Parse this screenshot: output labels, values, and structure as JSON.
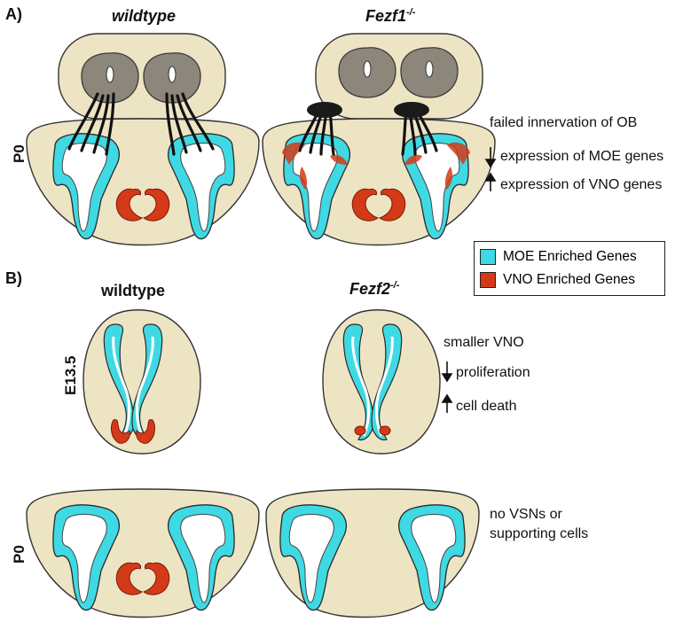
{
  "panels": {
    "a": {
      "label": "A)",
      "left_title": "wildtype",
      "right_title": "Fezf1",
      "right_title_sup": "-/-",
      "stage": "P0",
      "notes": [
        "failed innervation of OB",
        "expression of MOE genes",
        "expression of VNO genes"
      ]
    },
    "b": {
      "label": "B)",
      "left_title": "wildtype",
      "right_title": "Fezf2",
      "right_title_sup": "-/-",
      "stage_top": "E13.5",
      "stage_bottom": "P0",
      "notes_top": [
        "smaller VNO",
        "proliferation",
        "cell death"
      ],
      "notes_bottom": [
        "no VSNs or",
        "supporting cells"
      ]
    }
  },
  "legend": {
    "moe": "MOE Enriched Genes",
    "vno": "VNO Enriched Genes"
  },
  "colors": {
    "tissue": "#ede4c3",
    "bulb": "#8d867b",
    "moe": "#3fd9e4",
    "vno": "#d43a17",
    "outline": "#3a3a3a"
  },
  "arrows": {
    "moe_expression": "down",
    "vno_expression": "up",
    "proliferation": "down",
    "cell_death": "up"
  }
}
